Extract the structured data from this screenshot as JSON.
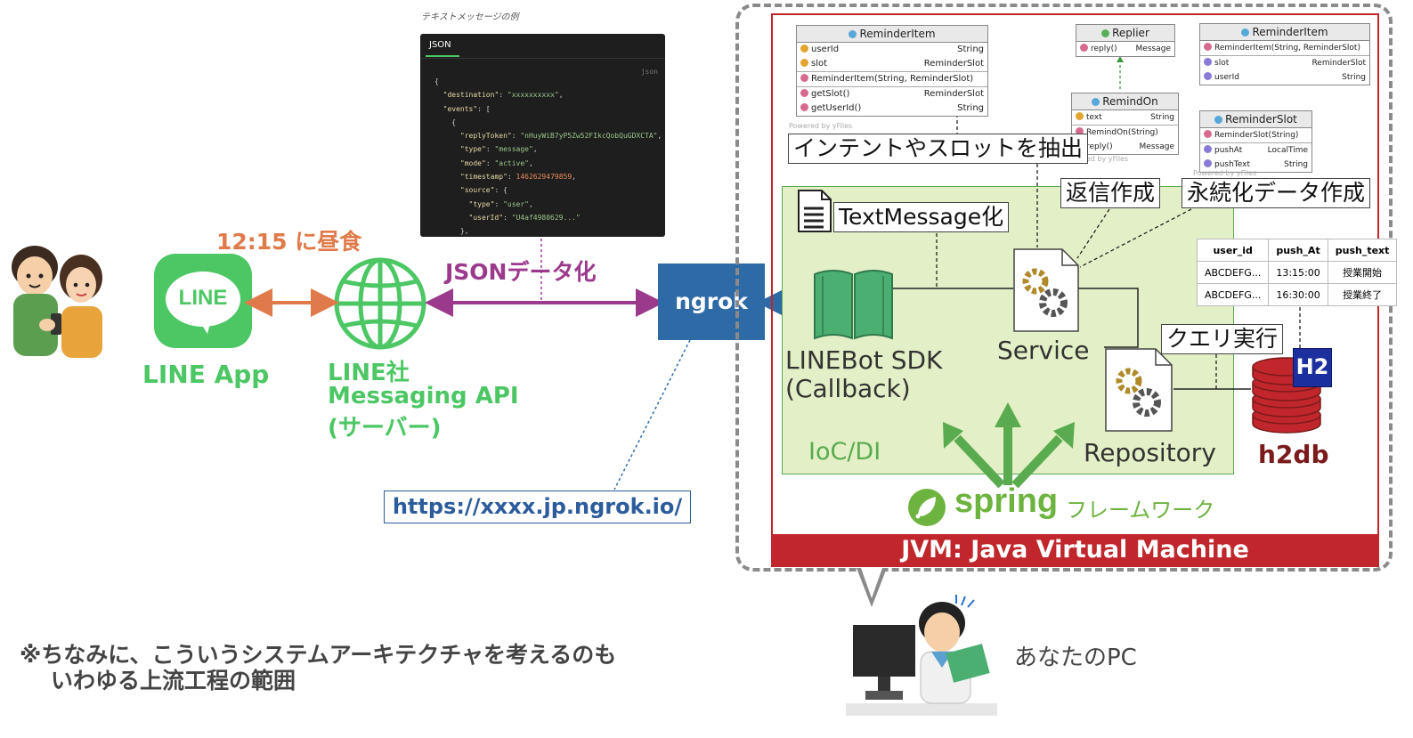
{
  "json_panel": {
    "caption": "テキストメッセージの例",
    "tab": "JSON",
    "lang": "json",
    "lines": [
      "{",
      "  \"destination\": \"xxxxxxxxxx\",",
      "  \"events\": [",
      "    {",
      "      \"replyToken\": \"nHuyWiB7yP5Zw52FIkcQobQuGDXCTA\",",
      "      \"type\": \"message\",",
      "      \"mode\": \"active\",",
      "      \"timestamp\": 1462629479859,",
      "      \"source\": {",
      "        \"type\": \"user\",",
      "        \"userId\": \"U4af4980629...\"",
      "      },"
    ]
  },
  "left": {
    "time_msg": "12:15 に昼食",
    "line_logo": "LINE",
    "line_app": "LINE App",
    "api_label_1": "LINE社",
    "api_label_2": "Messaging API",
    "api_label_3": "(サーバー)",
    "json_arrow": "JSONデータ化",
    "ngrok": "ngrok",
    "url": "https://xxxx.jp.ngrok.io/"
  },
  "uml": {
    "reminder_item": {
      "name": "ReminderItem",
      "fields": [
        [
          "userId",
          "String"
        ],
        [
          "slot",
          "ReminderSlot"
        ]
      ],
      "methods": [
        [
          "ReminderItem(String, ReminderSlot)",
          ""
        ],
        [
          "getSlot()",
          "ReminderSlot"
        ],
        [
          "getUserId()",
          "String"
        ]
      ],
      "powered": "Powered by yFiles"
    },
    "replier": {
      "name": "Replier",
      "methods": [
        [
          "reply()",
          "Message"
        ]
      ]
    },
    "remind_on": {
      "name": "RemindOn",
      "fields": [
        [
          "text",
          "String"
        ]
      ],
      "methods": [
        [
          "RemindOn(String)",
          ""
        ],
        [
          "reply()",
          "Message"
        ]
      ],
      "powered": "Powered by yFiles"
    },
    "reminder_item2": {
      "name": "ReminderItem",
      "methods": [
        [
          "ReminderItem(String, ReminderSlot)",
          ""
        ]
      ],
      "props": [
        [
          "slot",
          "ReminderSlot"
        ],
        [
          "userId",
          "String"
        ]
      ]
    },
    "reminder_slot": {
      "name": "ReminderSlot",
      "methods": [
        [
          "ReminderSlot(String)",
          ""
        ]
      ],
      "props": [
        [
          "pushAt",
          "LocalTime"
        ],
        [
          "pushText",
          "String"
        ]
      ],
      "powered": "Powered by yFiles"
    }
  },
  "labels": {
    "intent": "インテントやスロットを抽出",
    "reply": "返信作成",
    "persist": "永続化データ作成",
    "textmsg": "TextMessage化",
    "query": "クエリ実行"
  },
  "jvm": {
    "sdk_1": "LINEBot SDK",
    "sdk_2": "(Callback)",
    "service": "Service",
    "repository": "Repository",
    "iocdi": "IoC/DI",
    "h2": "H2",
    "h2db": "h2db",
    "spring": "spring",
    "framework": "フレームワーク",
    "jvm": "JVM: Java Virtual Machine"
  },
  "db_table": {
    "headers": [
      "user_id",
      "push_At",
      "push_text"
    ],
    "rows": [
      [
        "ABCDEFG...",
        "13:15:00",
        "授業開始"
      ],
      [
        "ABCDEFG...",
        "16:30:00",
        "授業終了"
      ]
    ]
  },
  "footer": {
    "note_1": "※ちなみに、こういうシステムアーキテクチャを考えるのも",
    "note_2": "いわゆる上流工程の範囲",
    "pc": "あなたのPC"
  },
  "colors": {
    "line_green": "#4cc764",
    "orange": "#e07a4a",
    "purple": "#9b3a8c",
    "ngrok_blue": "#2d6aa6",
    "jvm_red": "#c0262c",
    "ioc_green": "#e3efc6",
    "arrow_green": "#5aab4f",
    "book_green": "#4caf72",
    "url_blue": "#2c5c9c"
  }
}
